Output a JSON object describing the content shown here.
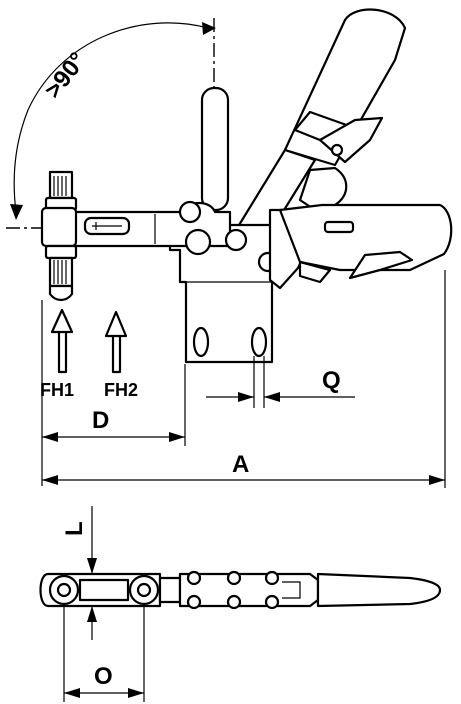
{
  "labels": {
    "angle": ">90°",
    "fh1": "FH1",
    "fh2": "FH2",
    "d": "D",
    "a": "A",
    "q": "Q",
    "l": "L",
    "o": "O"
  }
}
